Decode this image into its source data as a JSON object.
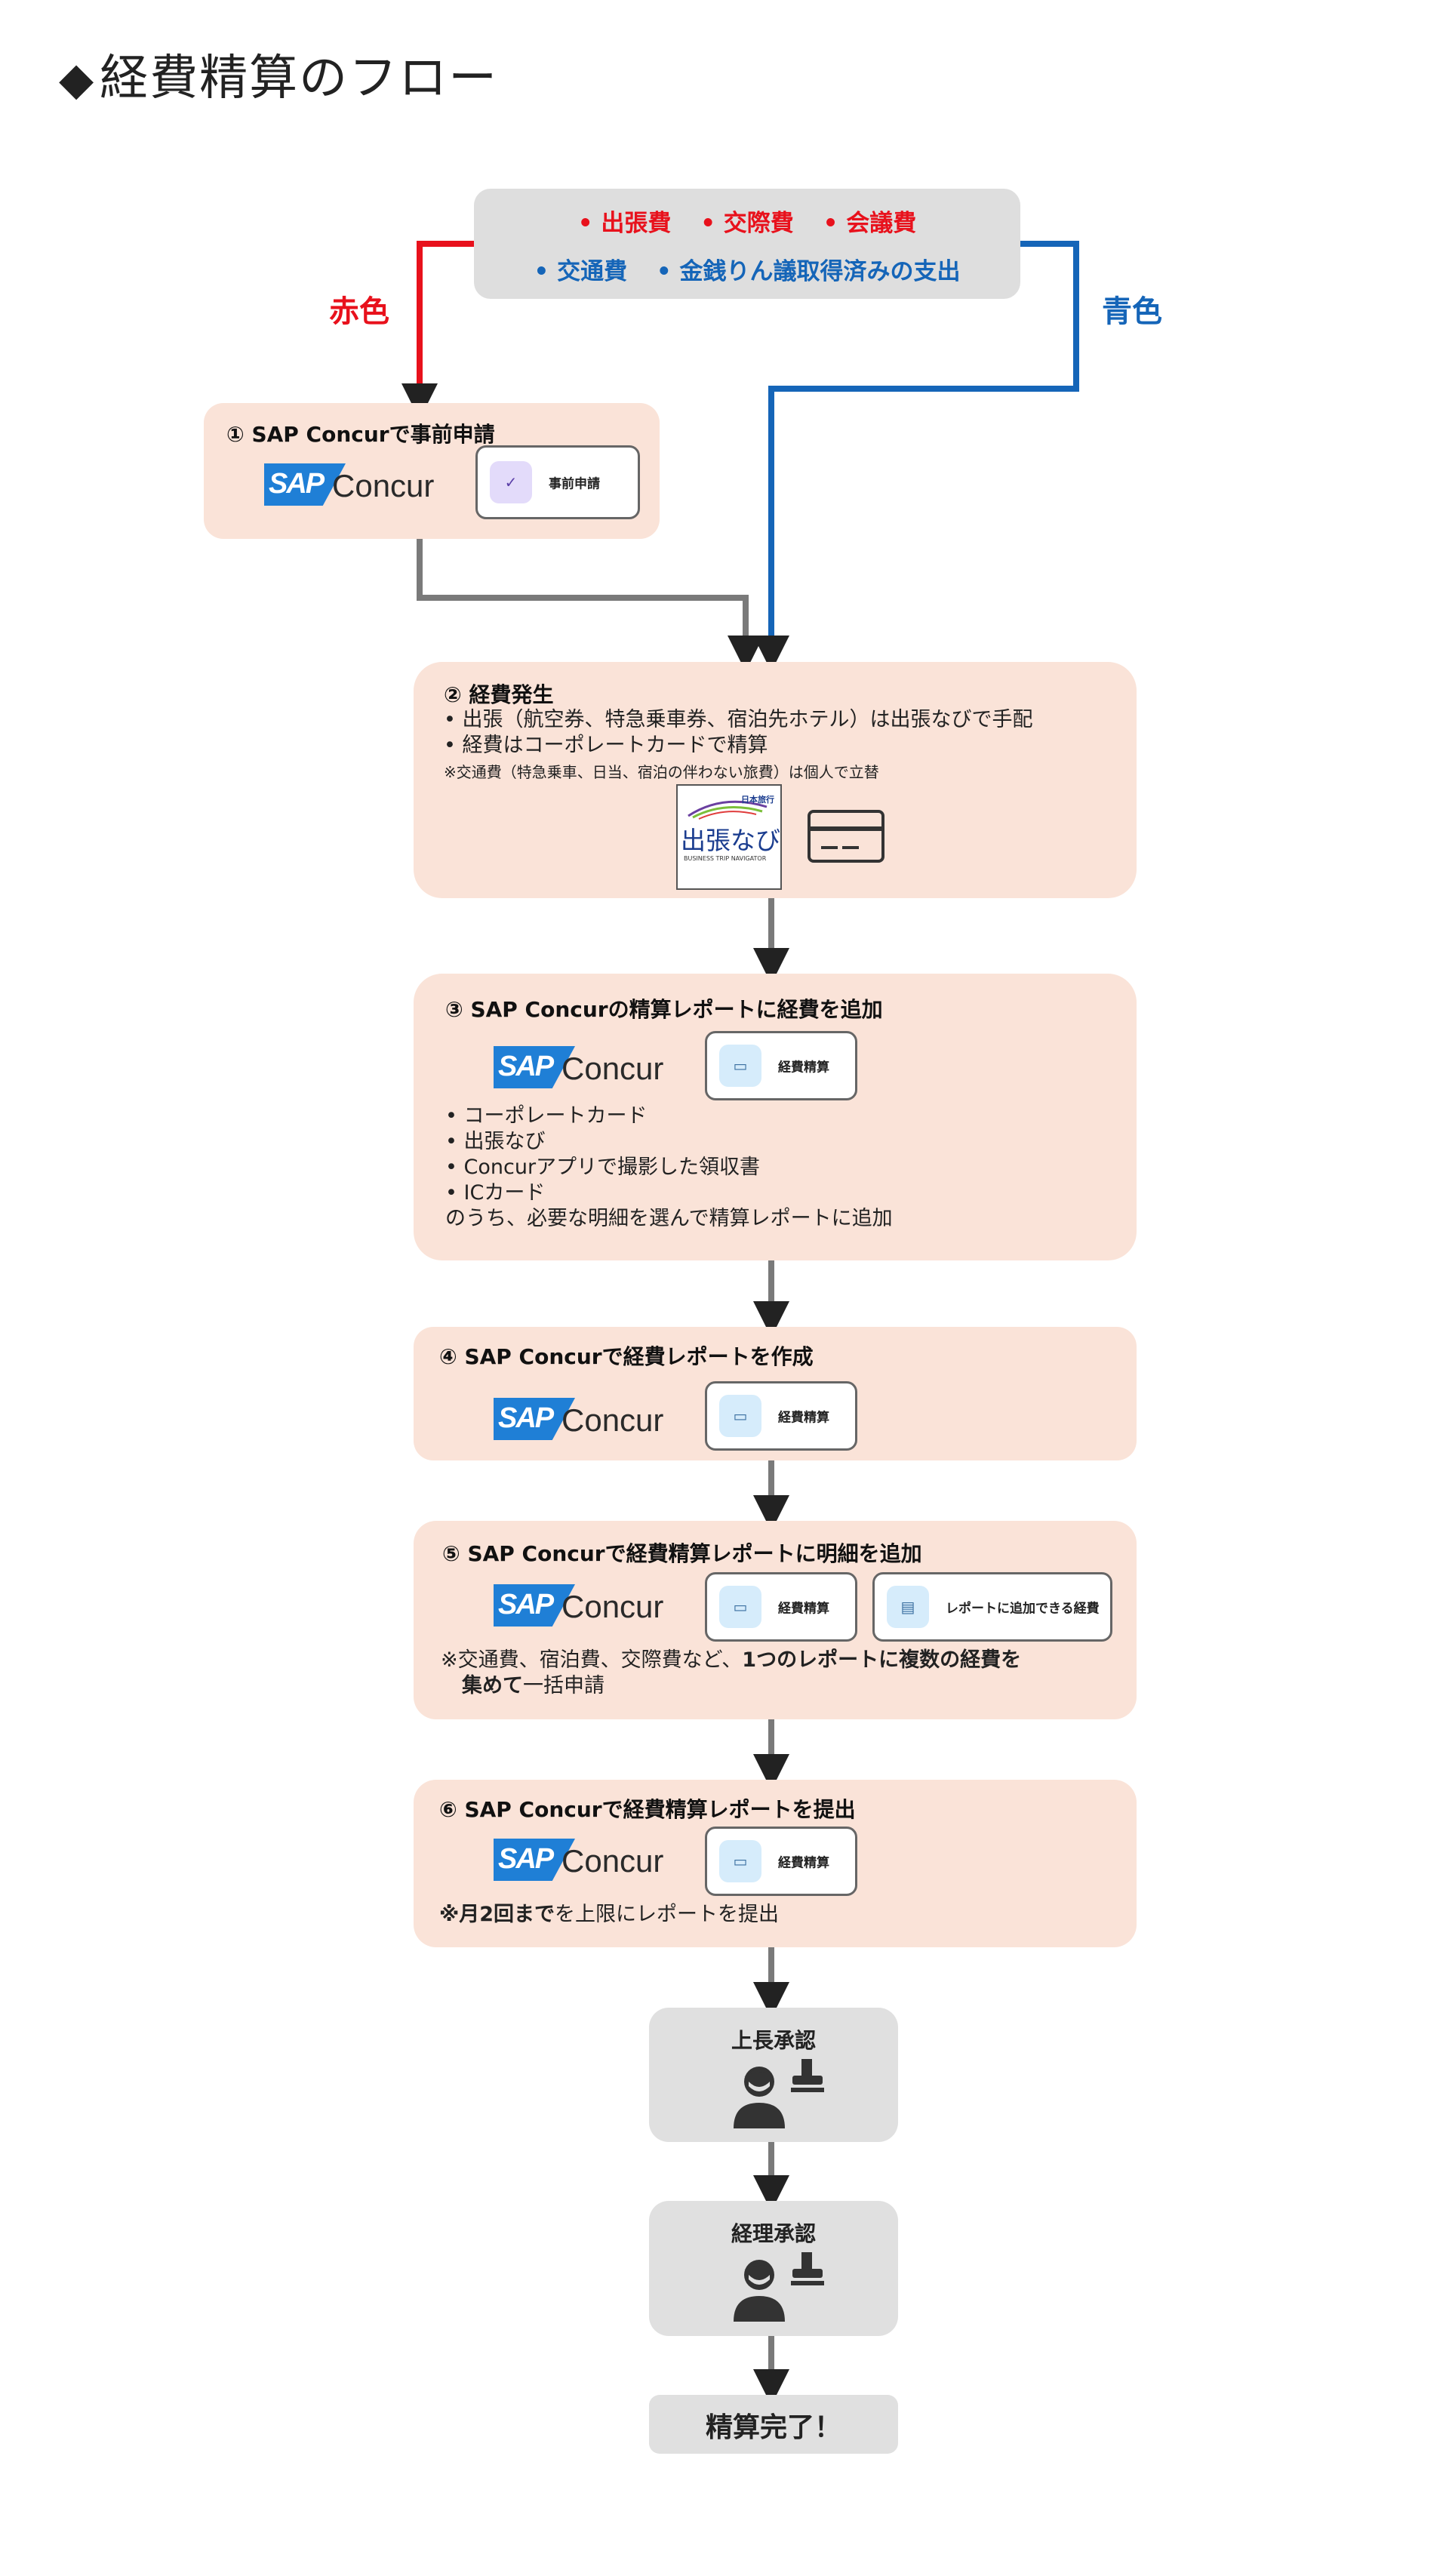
{
  "title": "経費精算のフロー",
  "top_box": {
    "red_items": [
      "出張費",
      "交際費",
      "会議費"
    ],
    "blue_items": [
      "交通費",
      "金銭りん議取得済みの支出"
    ]
  },
  "labels": {
    "red": "赤色",
    "blue": "青色"
  },
  "step1": {
    "title": "① SAP Concurで事前申請",
    "button": "事前申請"
  },
  "step2": {
    "title": "② 経費発生",
    "lines": [
      "• 出張（航空券、特急乗車券、宿泊先ホテル）は出張なびで手配",
      "• 経費はコーポレートカードで精算"
    ],
    "note": "※交通費（特急乗車、日当、宿泊の伴わない旅費）は個人で立替",
    "logo_top": "日本旅行",
    "logo_main": "出張なび",
    "logo_sub": "BUSINESS TRIP NAVIGATOR"
  },
  "step3": {
    "title": "③ SAP Concurの精算レポートに経費を追加",
    "button": "経費精算",
    "lines": [
      "• コーポレートカード",
      "• 出張なび",
      "• Concurアプリで撮影した領収書",
      "• ICカード",
      "のうち、必要な明細を選んで精算レポートに追加"
    ]
  },
  "step4": {
    "title": "④ SAP Concurで経費レポートを作成",
    "button": "経費精算"
  },
  "step5": {
    "title": "⑤ SAP Concurで経費精算レポートに明細を追加",
    "button1": "経費精算",
    "button2": "レポートに追加できる経費",
    "note_a": "※交通費、宿泊費、交際費など、",
    "note_b": "1つのレポートに複数の経費を",
    "note_c": "集めて",
    "note_d": "一括申請"
  },
  "step6": {
    "title": "⑥ SAP Concurで経費精算レポートを提出",
    "button": "経費精算",
    "note_a": "※月2回まで",
    "note_b": "を上限にレポートを提出"
  },
  "sap_logo": {
    "sap": "SAP",
    "concur": "Concur"
  },
  "approve1": "上長承認",
  "approve2": "経理承認",
  "done": "精算完了！",
  "colors": {
    "red": "#e8111c",
    "blue": "#1565b8",
    "gray": "#7a7a7a",
    "step_bg": "#fae3d8",
    "box_bg": "#dedede"
  }
}
